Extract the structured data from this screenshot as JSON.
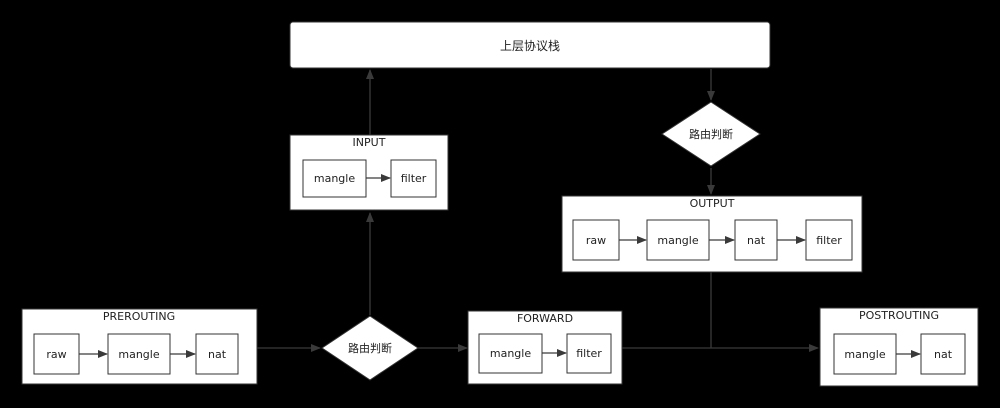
{
  "stack": {
    "label": "上层协议栈"
  },
  "decisions": {
    "routing_left": "路由判断",
    "routing_right": "路由判断"
  },
  "chains": {
    "prerouting": {
      "title": "PREROUTING",
      "tables": [
        "raw",
        "mangle",
        "nat"
      ]
    },
    "input": {
      "title": "INPUT",
      "tables": [
        "mangle",
        "filter"
      ]
    },
    "forward": {
      "title": "FORWARD",
      "tables": [
        "mangle",
        "filter"
      ]
    },
    "output": {
      "title": "OUTPUT",
      "tables": [
        "raw",
        "mangle",
        "nat",
        "filter"
      ]
    },
    "postrouting": {
      "title": "POSTROUTING",
      "tables": [
        "mangle",
        "nat"
      ]
    }
  },
  "colors": {
    "background": "#000000",
    "panel": "#ffffff",
    "stroke": "#333333",
    "arrow": "#3a3a3a"
  }
}
